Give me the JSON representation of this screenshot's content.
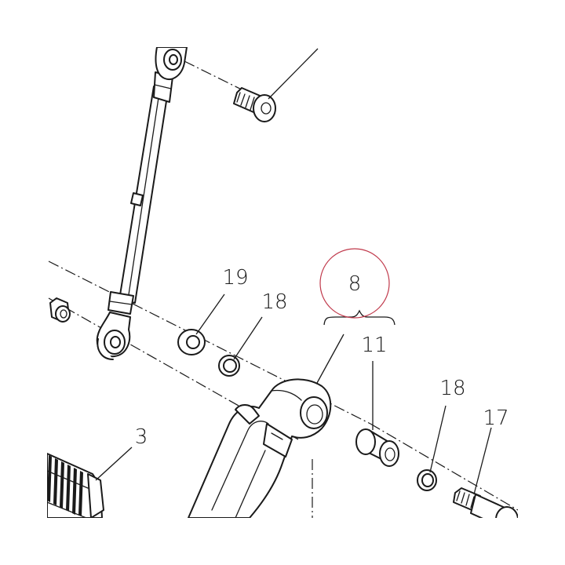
{
  "callouts": [
    {
      "id": "8",
      "label": "8",
      "highlighted": true
    },
    {
      "id": "11",
      "label": "11"
    },
    {
      "id": "19",
      "label": "19"
    },
    {
      "id": "18a",
      "label": "18"
    },
    {
      "id": "18b",
      "label": "18"
    },
    {
      "id": "17",
      "label": "17"
    },
    {
      "id": "3",
      "label": "3"
    }
  ],
  "colors": {
    "line": "#1a1a1a",
    "highlight": "#c0394b",
    "background": "#ffffff"
  }
}
